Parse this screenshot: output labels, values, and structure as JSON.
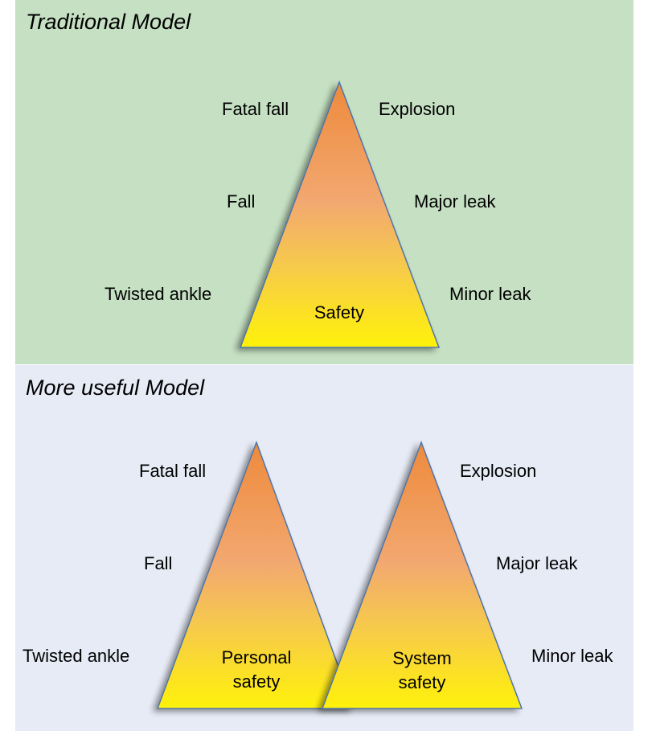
{
  "traditional": {
    "title": "Traditional Model",
    "left_labels": [
      "Fatal fall",
      "Fall",
      "Twisted ankle"
    ],
    "right_labels": [
      "Explosion",
      "Major leak",
      "Minor leak"
    ],
    "triangle_label": "Safety"
  },
  "useful": {
    "title": "More useful Model",
    "left_labels": [
      "Fatal fall",
      "Fall",
      "Twisted ankle"
    ],
    "right_labels": [
      "Explosion",
      "Major leak",
      "Minor leak"
    ],
    "left_triangle_label": [
      "Personal",
      "safety"
    ],
    "right_triangle_label": [
      "System",
      "safety"
    ]
  },
  "colors": {
    "top_background": "#c5e0c3",
    "bottom_background": "#e7ebf6",
    "gradient_top": "#ee8a3c",
    "gradient_mid": "#f2a870",
    "gradient_bottom": "#fff20a",
    "triangle_outline": "#4f74a8"
  }
}
